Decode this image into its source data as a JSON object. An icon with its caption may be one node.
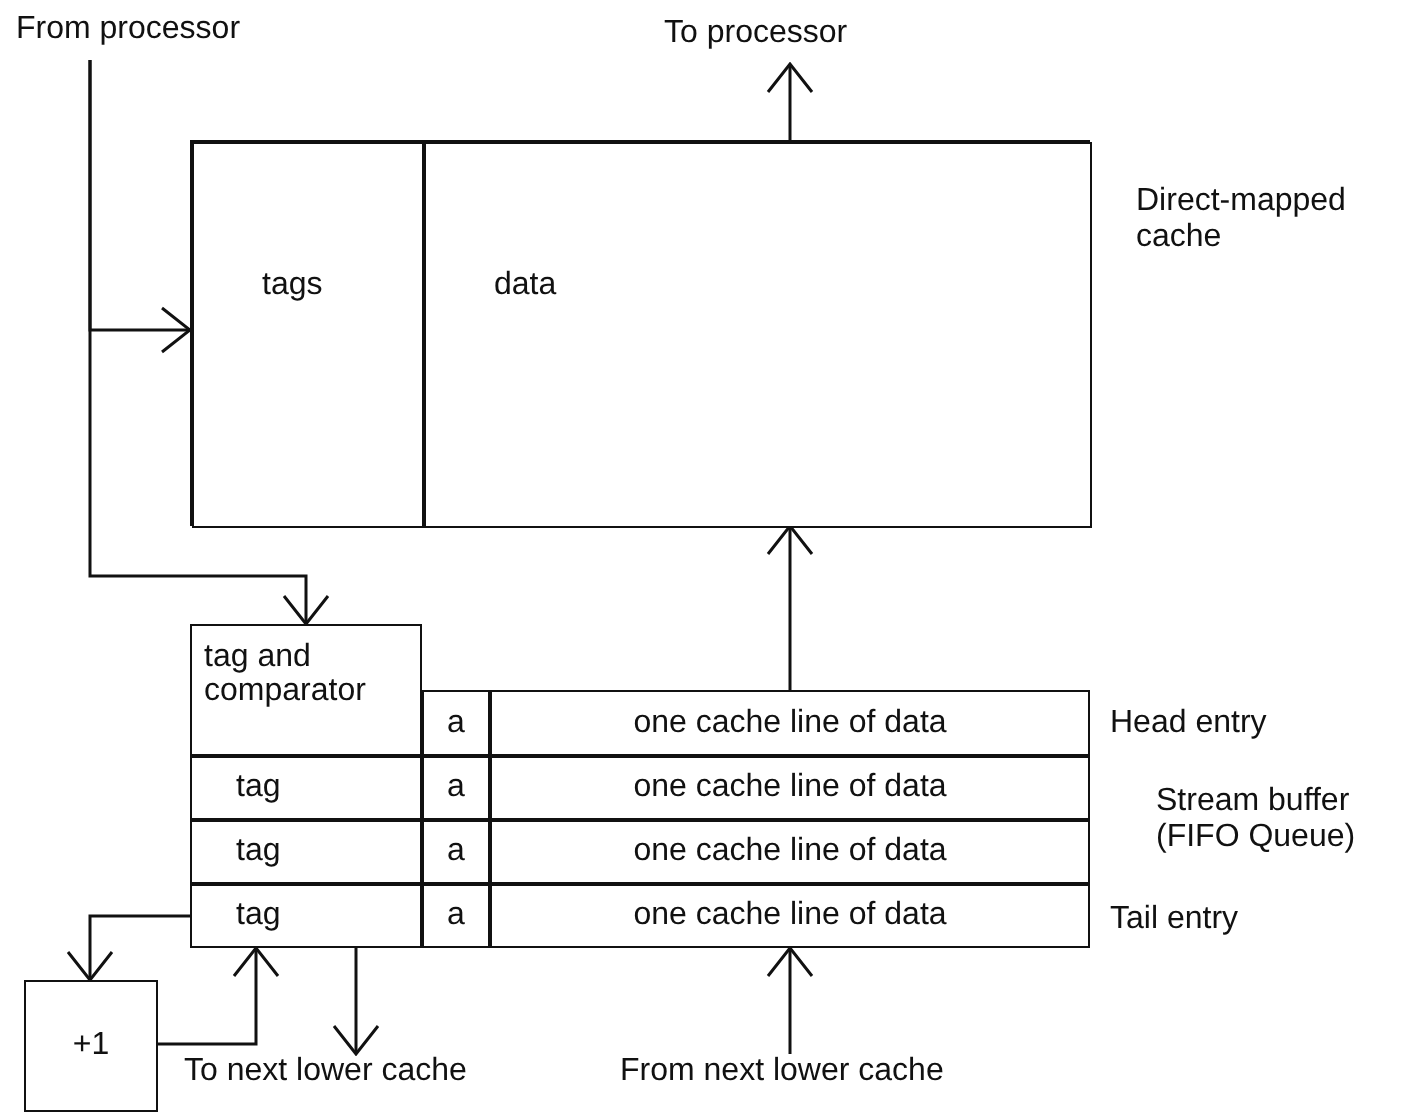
{
  "diagram": {
    "nodes": [
      {
        "text": [
          "From processor"
        ]
      },
      {
        "text": [
          "To processor"
        ]
      },
      {
        "text": [],
        "shape": "box",
        "beside": [
          "Direct-mapped cache"
        ]
      },
      {
        "text": [
          "tags"
        ],
        "in": 2
      },
      {
        "text": [
          "data"
        ],
        "in": 2
      },
      {
        "text": [
          "tag and comparator"
        ]
      },
      {
        "text": [
          "a"
        ]
      },
      {
        "text": [
          "one cache line of data"
        ],
        "beside": [
          "Head entry"
        ]
      },
      {
        "text": [
          "tag"
        ]
      },
      {
        "text": [
          "a"
        ]
      },
      {
        "text": [
          "one cache line of data"
        ]
      },
      {
        "text": [
          "tag"
        ]
      },
      {
        "text": [
          "a"
        ]
      },
      {
        "text": [
          "one cache line of data"
        ]
      },
      {
        "text": [
          "tag"
        ]
      },
      {
        "text": [
          "a"
        ]
      },
      {
        "text": [
          "one cache line of data"
        ],
        "beside": [
          "Tail entry"
        ]
      },
      {
        "text": [
          "+1"
        ]
      },
      {
        "text": [
          "To next lower cache"
        ]
      },
      {
        "text": [
          "From next lower cache"
        ]
      }
    ],
    "edges": [
      {
        "from": 0,
        "to": 3,
        "arrow": "to"
      },
      {
        "from": 0,
        "to": 5,
        "arrow": "to"
      },
      {
        "from": 2,
        "to": 1,
        "arrow": "to"
      },
      {
        "from": 7,
        "to": 2,
        "arrow": "to"
      },
      {
        "from": 14,
        "to": 17,
        "arrow": "to"
      },
      {
        "from": 17,
        "to": 14,
        "arrow": "to"
      },
      {
        "from": 14,
        "to": 18,
        "arrow": "to"
      },
      {
        "from": 19,
        "to": 16,
        "arrow": "to"
      }
    ],
    "labels": [
      "Stream buffer (FIFO Queue)"
    ]
  }
}
